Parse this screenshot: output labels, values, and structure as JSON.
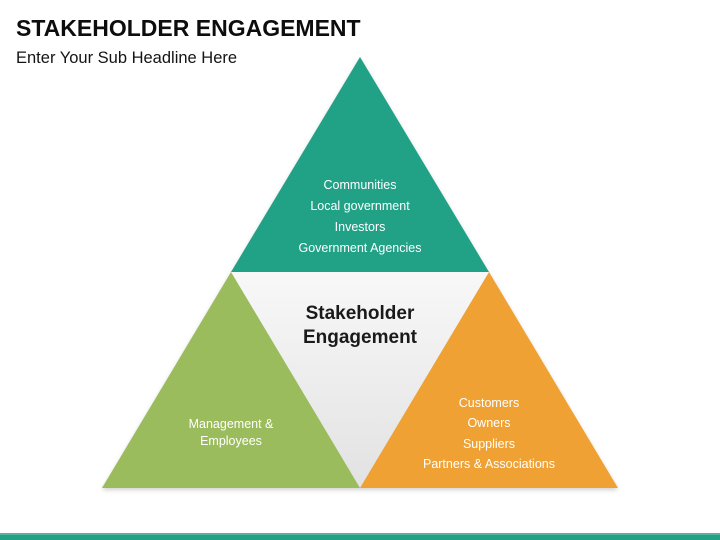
{
  "slide": {
    "title": "STAKEHOLDER ENGAGEMENT",
    "subtitle": "Enter Your Sub Headline Here"
  },
  "pyramid": {
    "center": {
      "line1": "Stakeholder",
      "line2": "Engagement",
      "gradient_top": "#f8f8f8",
      "gradient_bottom": "#e2e2e2"
    },
    "top": {
      "color": "#21a186",
      "lines": [
        "Communities",
        "Local government",
        "Investors",
        "Government Agencies"
      ]
    },
    "left": {
      "color": "#9abc5c",
      "lines": [
        "Management &",
        "Employees"
      ]
    },
    "right": {
      "color": "#f0a133",
      "lines": [
        "Customers",
        "Owners",
        "Suppliers",
        "Partners & Associations"
      ]
    }
  },
  "footer": {
    "bar_color": "#21a186",
    "bar_top_edge_color": "#57b3a1"
  }
}
